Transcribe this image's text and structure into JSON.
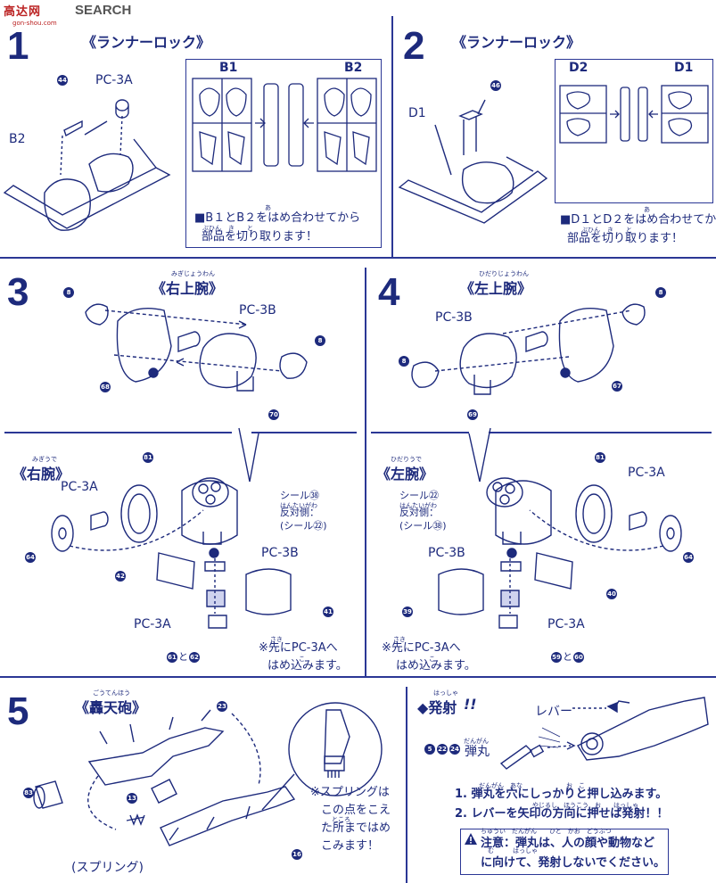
{
  "watermark": {
    "site": "SEARCH",
    "sub": "gon-shou.com",
    "logo_chars": "高达网"
  },
  "steps": {
    "s1": {
      "num": "1",
      "title": "《ランナーロック》",
      "pc": "PC-3A",
      "runner": "B2",
      "b1": "B1",
      "b2": "B2",
      "note1": "■B１とB２をはめ合わせてから",
      "note2": "部品を切り取ります！",
      "ruby_awa": "あ",
      "ruby_buhin": "ぶひん",
      "ruby_ki": "き",
      "ruby_to": "と",
      "part_44": "44"
    },
    "s2": {
      "num": "2",
      "title": "《ランナーロック》",
      "runner": "D1",
      "d2": "D2",
      "d1": "D1",
      "note1": "■D１とD２をはめ合わせてから",
      "note2": "部品を切り取ります！",
      "ruby_awa": "あ",
      "ruby_buhin": "ぶひん",
      "ruby_ki": "き",
      "ruby_to": "と",
      "part_46": "46"
    },
    "s3": {
      "num": "3",
      "title": "《右上腕》",
      "ruby": "みぎじょうわん",
      "pc": "PC-3B",
      "part_8a": "8",
      "part_8b": "8",
      "part_68": "68",
      "part_70": "70"
    },
    "s4": {
      "num": "4",
      "title": "《左上腕》",
      "ruby": "ひだりじょうわん",
      "pc": "PC-3B",
      "part_8a": "8",
      "part_8b": "8",
      "part_67": "67",
      "part_69": "69"
    },
    "r_arm": {
      "title": "《右腕》",
      "ruby": "みぎうで",
      "pc3a": "PC-3A",
      "pc3b": "PC-3B",
      "pc3a2": "PC-3A",
      "seal1": "シール㊳",
      "seal2": "反対側：",
      "seal3": "(シール㉒)",
      "ruby_hantai": "はんたいがわ",
      "n81": "81",
      "n64": "64",
      "n42": "42",
      "n41": "41",
      "n61": "61",
      "n_and": "と",
      "n62": "62",
      "note1": "※先にPC-3Aへ",
      "note2": "はめ込みます。",
      "ruby_saki": "さき",
      "ruby_ko": "こ"
    },
    "l_arm": {
      "title": "《左腕》",
      "ruby": "ひだりうで",
      "pc3a": "PC-3A",
      "pc3b": "PC-3B",
      "pc3a2": "PC-3A",
      "seal1": "シール㉒",
      "seal2": "反対側：",
      "seal3": "(シール㊳)",
      "ruby_hantai": "はんたいがわ",
      "n81": "81",
      "n64": "64",
      "n40": "40",
      "n39": "39",
      "n59": "59",
      "n_and": "と",
      "n60": "60",
      "note1": "※先にPC-3Aへ",
      "note2": "はめ込みます。",
      "ruby_saki": "さき",
      "ruby_ko": "こ"
    },
    "s5": {
      "num": "5",
      "title": "《轟天砲》",
      "ruby": "ごうてんほう",
      "n23": "23",
      "n13": "13",
      "n83": "83",
      "n16": "16",
      "spring_note": [
        "※スプリングは",
        "この点をこえ",
        "た所まではめ",
        "こみます！"
      ],
      "spring": "(スプリング)",
      "ruby_tokoro": "ところ"
    },
    "fire": {
      "title": "◆発射",
      "mark": "!!",
      "ruby": "はっしゃ",
      "lever": "レバー",
      "bullet_nums": [
        "5",
        "22",
        "24"
      ],
      "bullet": "弾丸",
      "ruby_bullet": "だんがん",
      "inst1": "1. 弾丸を穴にしっかりと押し込みます。",
      "inst2": "2. レバーを矢印の方向に押せば発射！！",
      "ruby1": "だんがん　あな　　　　　　　お　こ",
      "ruby2": "やじるし　ほうこう　お　　はっしゃ",
      "warn1": "注意：弾丸は、人の顔や動物など",
      "warn2": "に向けて、発射しないでください。",
      "ruby_w1": "ちゅうい　だんがん　　ひと　かお　どうぶつ",
      "ruby_w2": "む　　　はっしゃ"
    }
  },
  "colors": {
    "ink": "#1d2a7c",
    "line": "#2b3795"
  }
}
